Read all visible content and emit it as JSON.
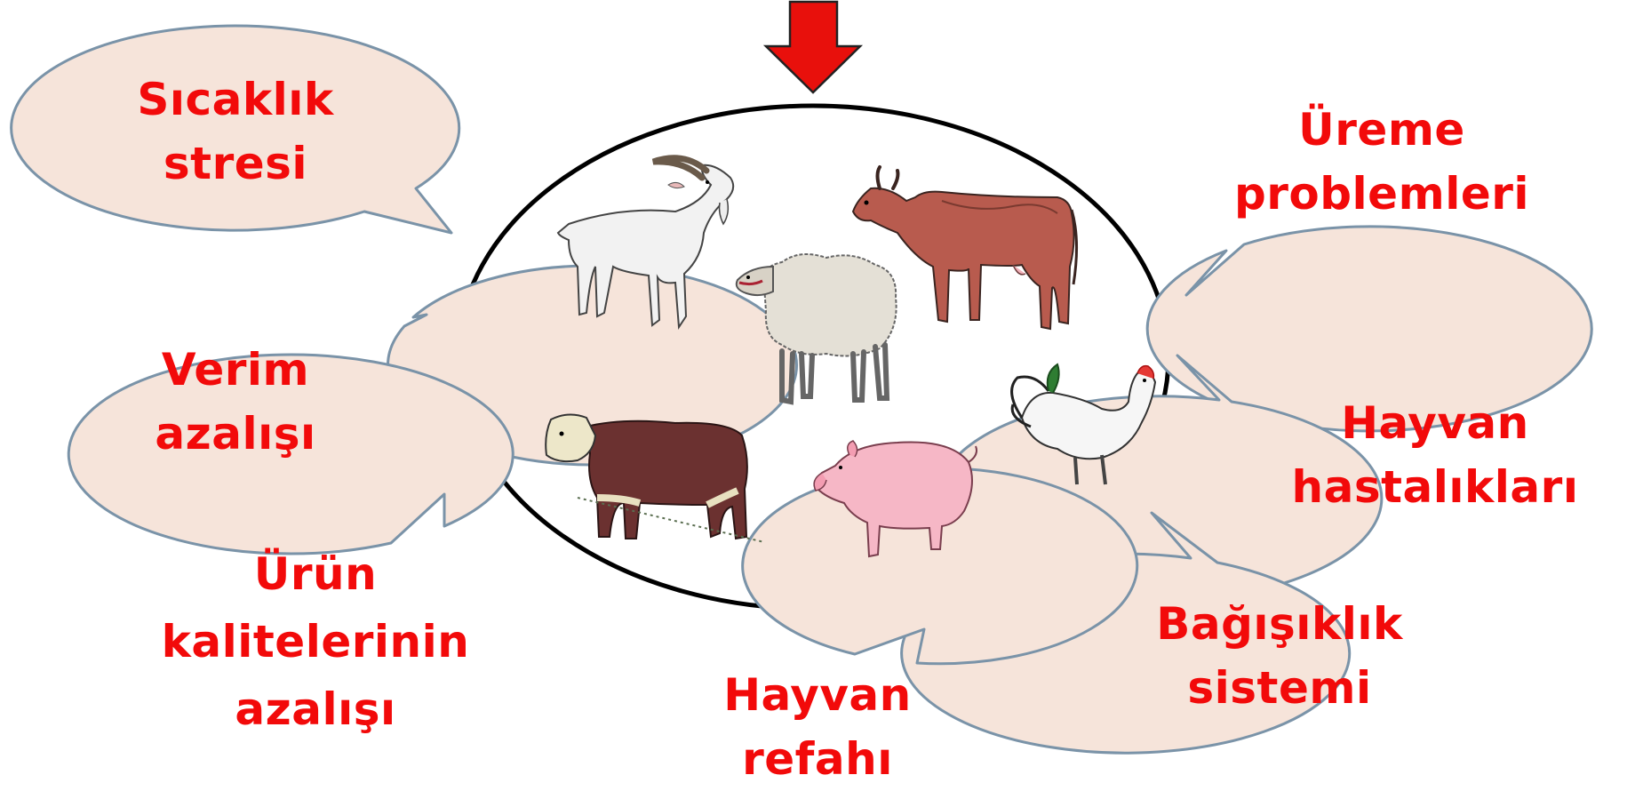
{
  "bubbles": {
    "heat_stress": {
      "line1": "Sıcaklık",
      "line2": "stresi"
    },
    "reproduction": {
      "line1": "Üreme",
      "line2": "problemleri"
    },
    "yield": {
      "line1": "Verim",
      "line2": "azalışı"
    },
    "diseases": {
      "line1": "Hayvan",
      "line2": "hastalıkları"
    },
    "quality": {
      "line1": "Ürün",
      "line2": "kalitelerinin",
      "line3": "azalışı"
    },
    "immunity": {
      "line1": "Bağışıklık",
      "line2": "sistemi"
    },
    "welfare": {
      "line1": "Hayvan",
      "line2": "refahı"
    }
  },
  "colors": {
    "bubble_fill": "#f6e4da",
    "bubble_stroke": "#7a93a8",
    "text": "#f20a0a",
    "arrow": "#e8100c"
  },
  "animals": [
    "goat-icon",
    "cow-icon",
    "sheep-icon",
    "rooster-icon",
    "hereford-bull-icon",
    "pig-icon"
  ]
}
